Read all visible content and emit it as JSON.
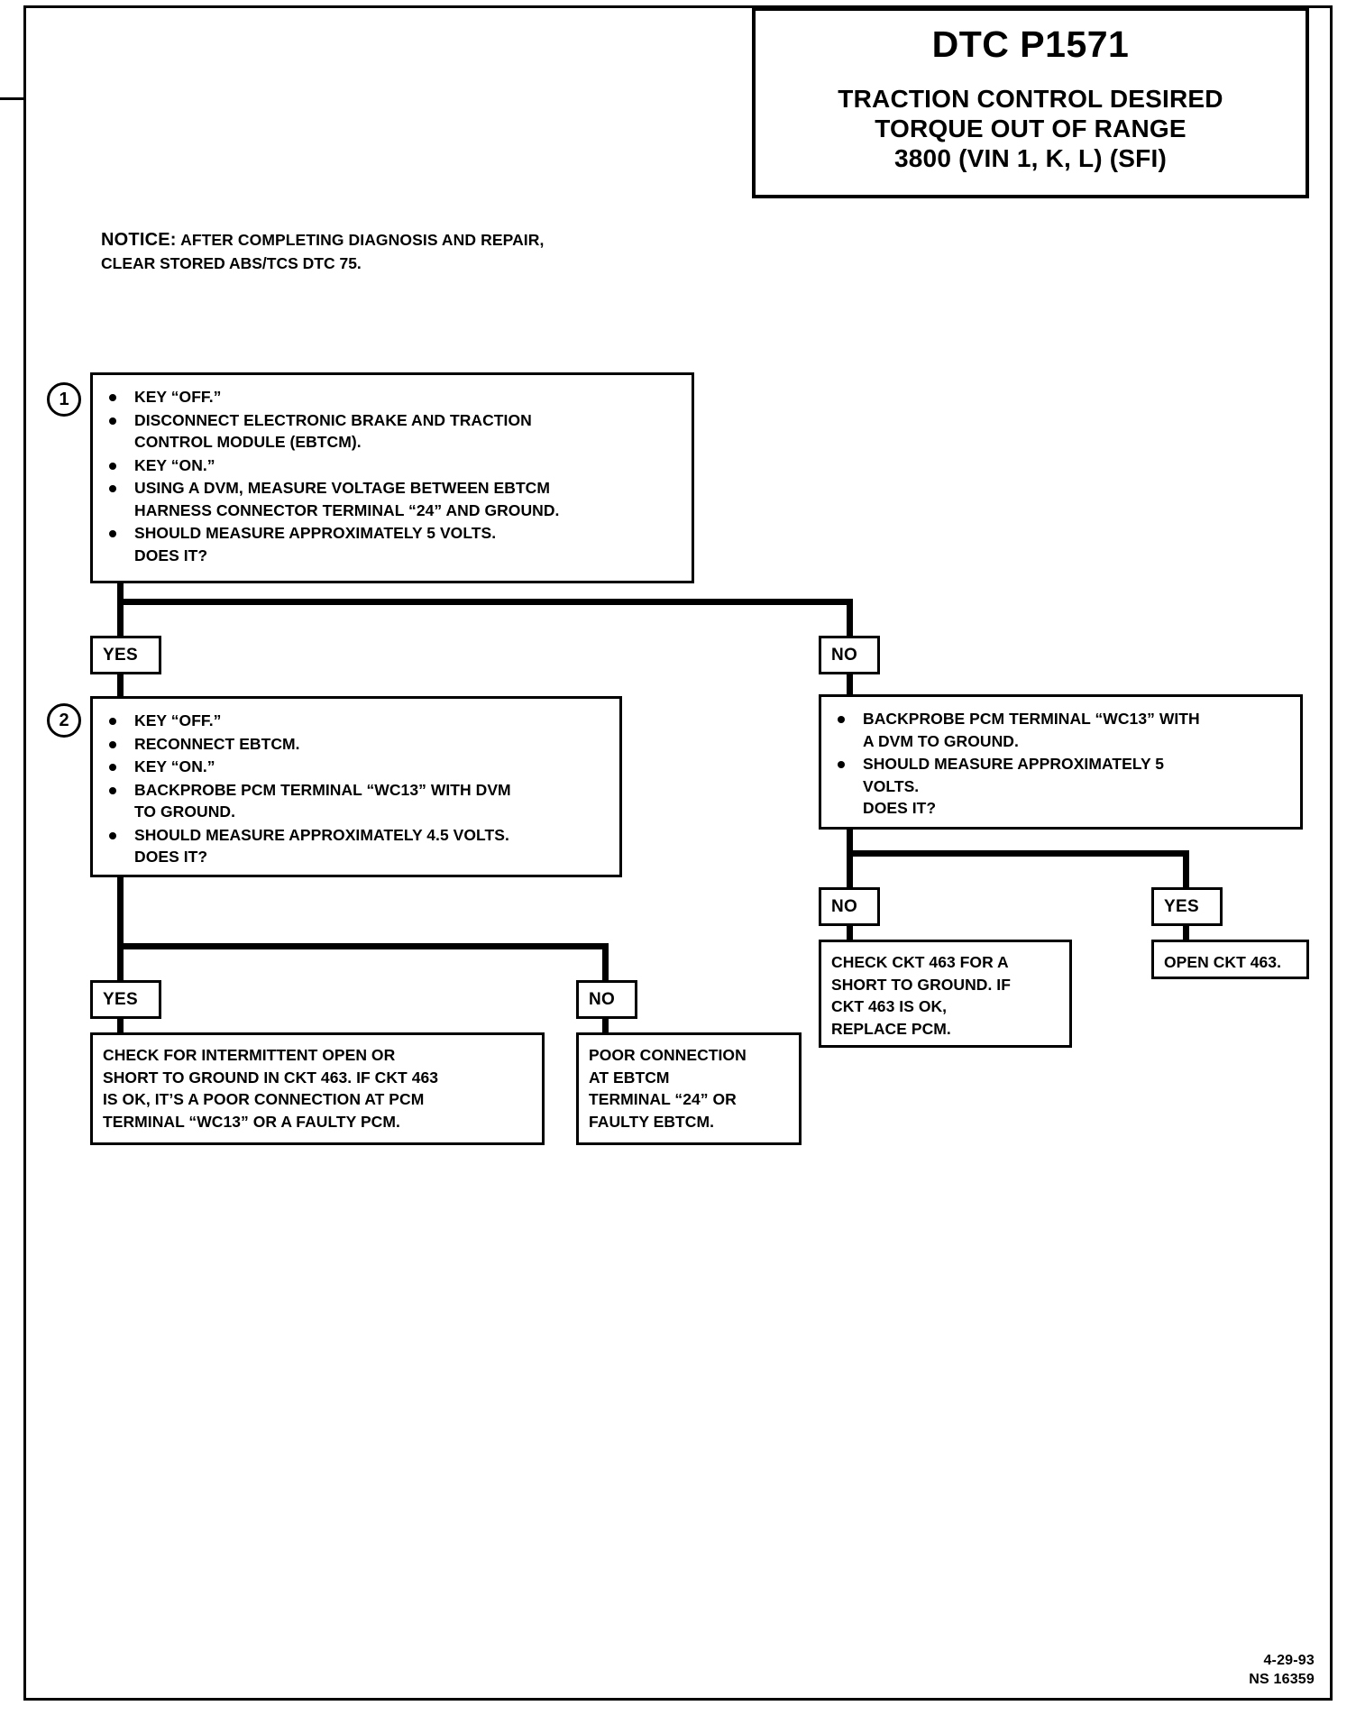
{
  "header": {
    "dtc": "DTC P1571",
    "line1": "TRACTION CONTROL DESIRED",
    "line2": "TORQUE OUT OF RANGE",
    "line3": "3800  (VIN 1, K, L)  (SFI)"
  },
  "notice": {
    "label": "NOTICE:",
    "line1": "AFTER COMPLETING DIAGNOSIS AND REPAIR,",
    "line2": "CLEAR STORED ABS/TCS DTC 75."
  },
  "steps": {
    "step1": {
      "number": "1",
      "bullets": [
        "KEY  “OFF.”",
        "DISCONNECT ELECTRONIC BRAKE AND TRACTION\nCONTROL MODULE (EBTCM).",
        "KEY  “ON.”",
        "USING A DVM, MEASURE VOLTAGE BETWEEN EBTCM\nHARNESS CONNECTOR TERMINAL “24” AND GROUND.",
        "SHOULD MEASURE APPROXIMATELY 5 VOLTS.\nDOES IT?"
      ]
    },
    "step2": {
      "number": "2",
      "bullets": [
        "KEY  “OFF.”",
        "RECONNECT EBTCM.",
        "KEY  “ON.”",
        "BACKPROBE PCM TERMINAL “WC13” WITH DVM\nTO GROUND.",
        "SHOULD MEASURE APPROXIMATELY 4.5 VOLTS.\nDOES IT?"
      ]
    },
    "step_no_branch": {
      "bullets": [
        "BACKPROBE PCM TERMINAL “WC13” WITH\nA DVM TO GROUND.",
        "SHOULD MEASURE APPROXIMATELY 5\nVOLTS.\nDOES IT?"
      ]
    }
  },
  "tags": {
    "step1_yes": "YES",
    "step1_no": "NO",
    "step2_yes": "YES",
    "step2_no": "NO",
    "branch_no": "NO",
    "branch_yes": "YES"
  },
  "results": {
    "step2_yes_result": "CHECK FOR INTERMITTENT OPEN OR\nSHORT TO GROUND IN CKT 463.  IF CKT 463\nIS OK, IT’S A POOR CONNECTION AT PCM\nTERMINAL “WC13” OR A FAULTY PCM.",
    "step2_no_result": "POOR CONNECTION\nAT EBTCM\nTERMINAL “24” OR\nFAULTY EBTCM.",
    "branch_no_result": "CHECK CKT 463 FOR A\nSHORT TO GROUND.  IF\nCKT 463 IS OK,\nREPLACE PCM.",
    "branch_yes_result": "OPEN CKT 463."
  },
  "footer": {
    "date": "4-29-93",
    "id": "NS 16359"
  }
}
